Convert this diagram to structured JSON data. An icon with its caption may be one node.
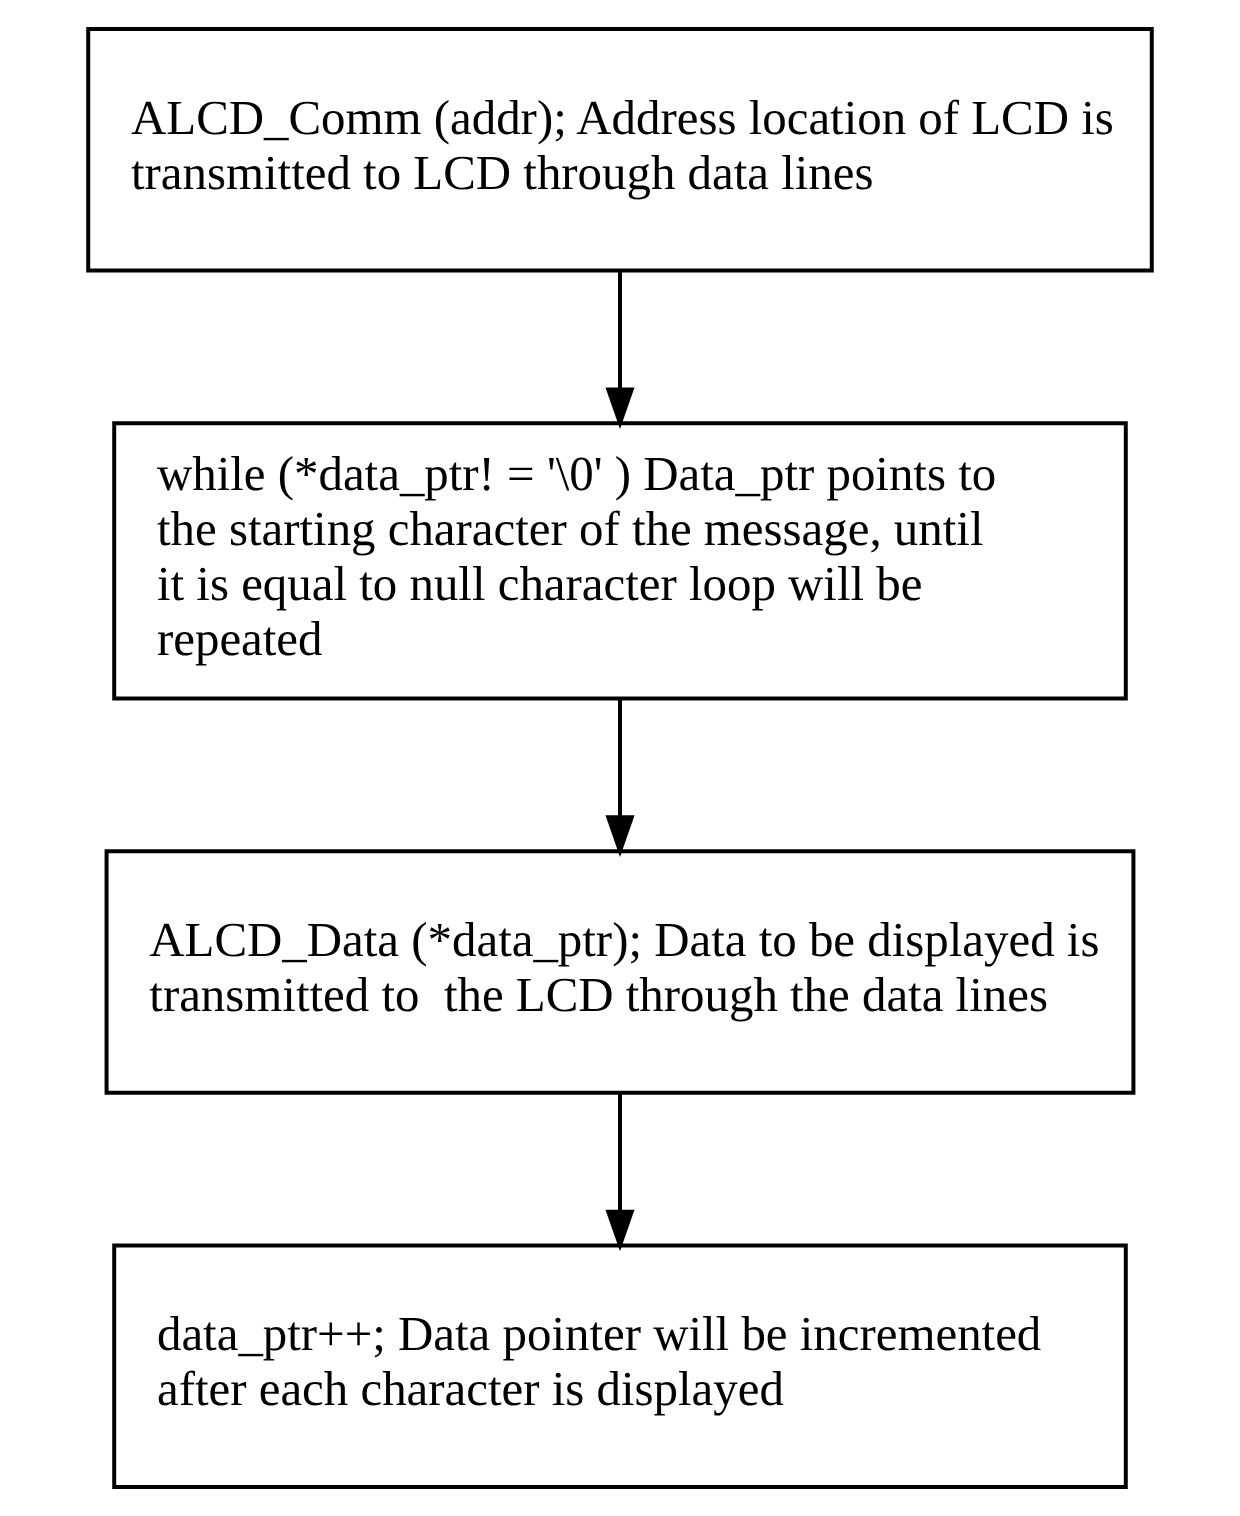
{
  "diagram": {
    "nodes": [
      {
        "text": [
          "ALCD_Comm (addr); Address location of LCD is transmitted to LCD through data lines"
        ]
      },
      {
        "text": [
          "while (*data_ptr! = '\\0' ) Data_ptr points to the starting character of the message, until it is equal to null character loop will be repeated"
        ]
      },
      {
        "text": [
          "ALCD_Data (*data_ptr); Data to be displayed is transmitted to  the LCD through the data lines"
        ]
      },
      {
        "text": [
          "data_ptr++; Data pointer will be incremented after each character is displayed"
        ]
      }
    ],
    "edges": [
      {
        "from": 0,
        "to": 1,
        "arrow": "to"
      },
      {
        "from": 1,
        "to": 2,
        "arrow": "to"
      },
      {
        "from": 2,
        "to": 3,
        "arrow": "to"
      }
    ]
  }
}
